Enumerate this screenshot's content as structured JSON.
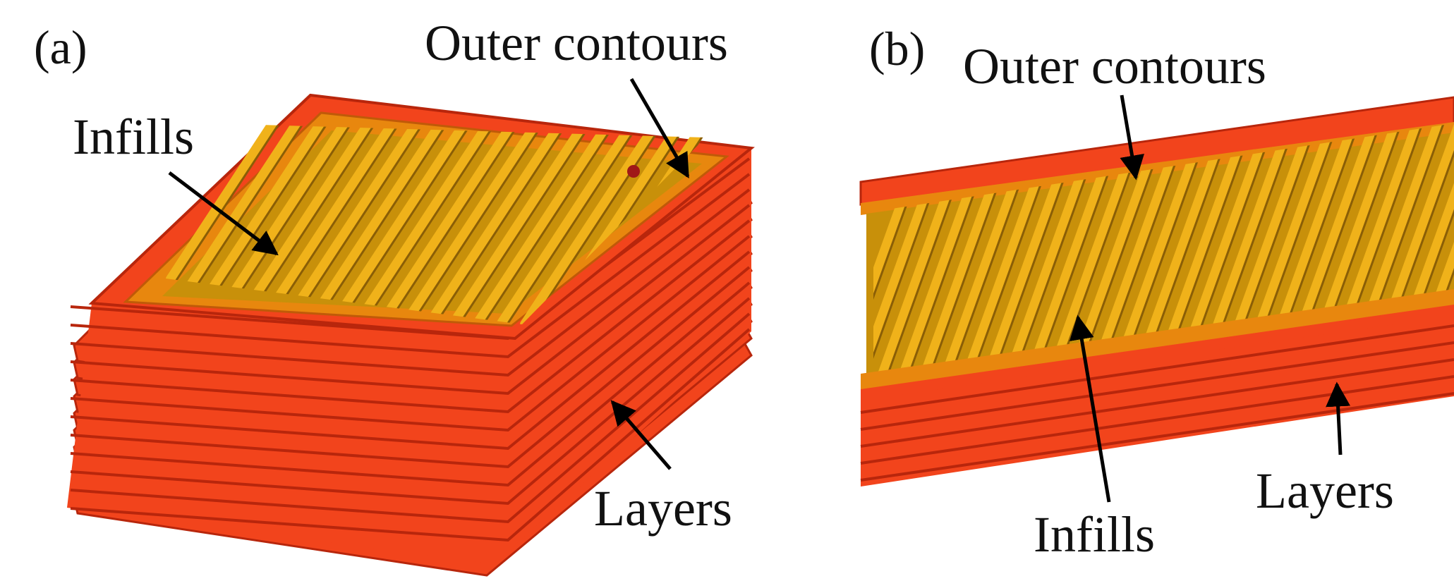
{
  "panel_a": {
    "tag": "(a)",
    "labels": {
      "outer_contours": "Outer contours",
      "infills": "Infills",
      "layers": "Layers"
    }
  },
  "panel_b": {
    "tag": "(b)",
    "labels": {
      "outer_contours": "Outer contours",
      "infills": "Infills",
      "layers": "Layers"
    }
  },
  "colors": {
    "layer_red": "#f2441c",
    "layer_dark": "#b8260c",
    "contour_orange": "#e8870e",
    "infill_gold": "#c8900a",
    "infill_light": "#f0b21a",
    "infill_dark": "#8a5e06"
  }
}
